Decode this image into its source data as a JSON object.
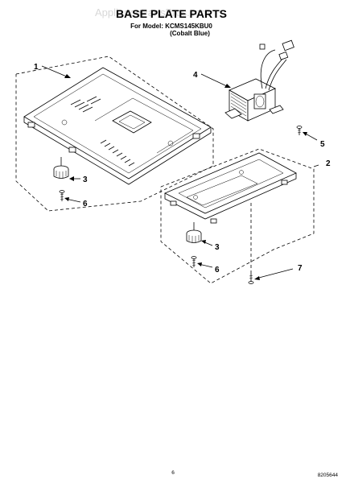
{
  "header": {
    "watermark": "AppliancePartsPros.com",
    "title": "BASE PLATE PARTS",
    "model_line": "For Model: KCMS145KBU0",
    "color_line": "(Cobalt Blue)"
  },
  "callouts": {
    "c1": "1",
    "c2": "2",
    "c3a": "3",
    "c3b": "3",
    "c4": "4",
    "c5": "5",
    "c6a": "6",
    "c6b": "6",
    "c7": "7"
  },
  "footer": {
    "page_number": "6",
    "doc_number": "8205644"
  }
}
